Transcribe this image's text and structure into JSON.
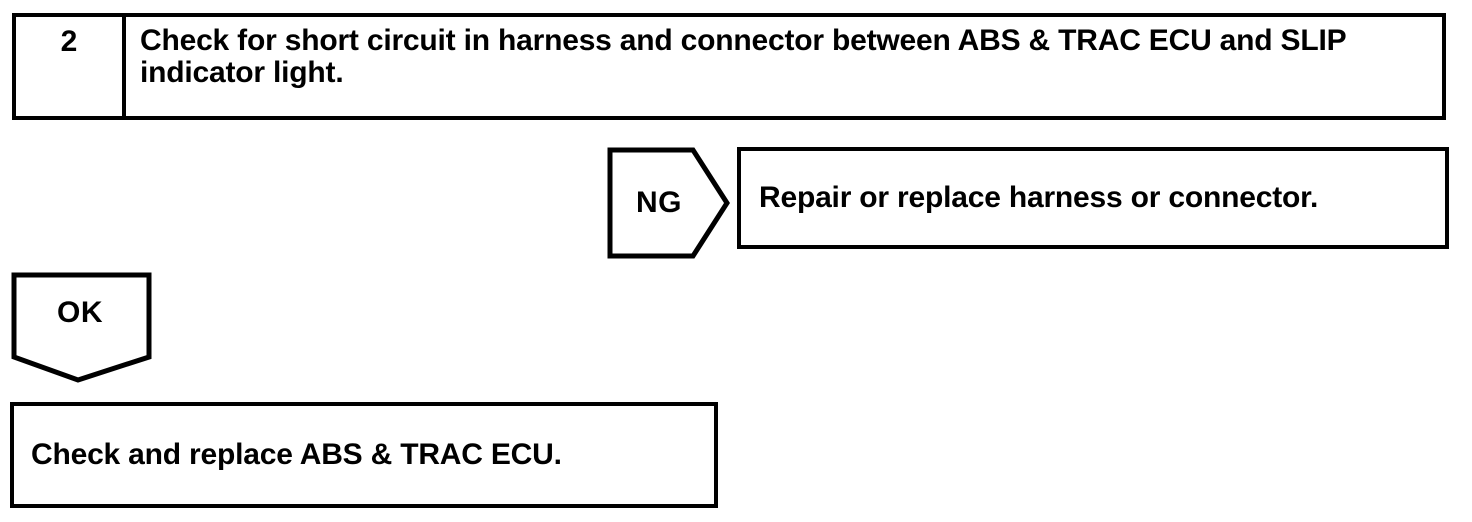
{
  "page": {
    "background_color": "#ffffff",
    "ink_color": "#000000"
  },
  "flowchart": {
    "step": {
      "number": "2",
      "instruction": "Check for short circuit in harness and connector between ABS & TRAC ECU and SLIP indicator light."
    },
    "ng_branch": {
      "label": "NG",
      "action": "Repair or replace harness or connector."
    },
    "ok_branch": {
      "label": "OK",
      "action": "Check and replace ABS & TRAC ECU."
    }
  }
}
